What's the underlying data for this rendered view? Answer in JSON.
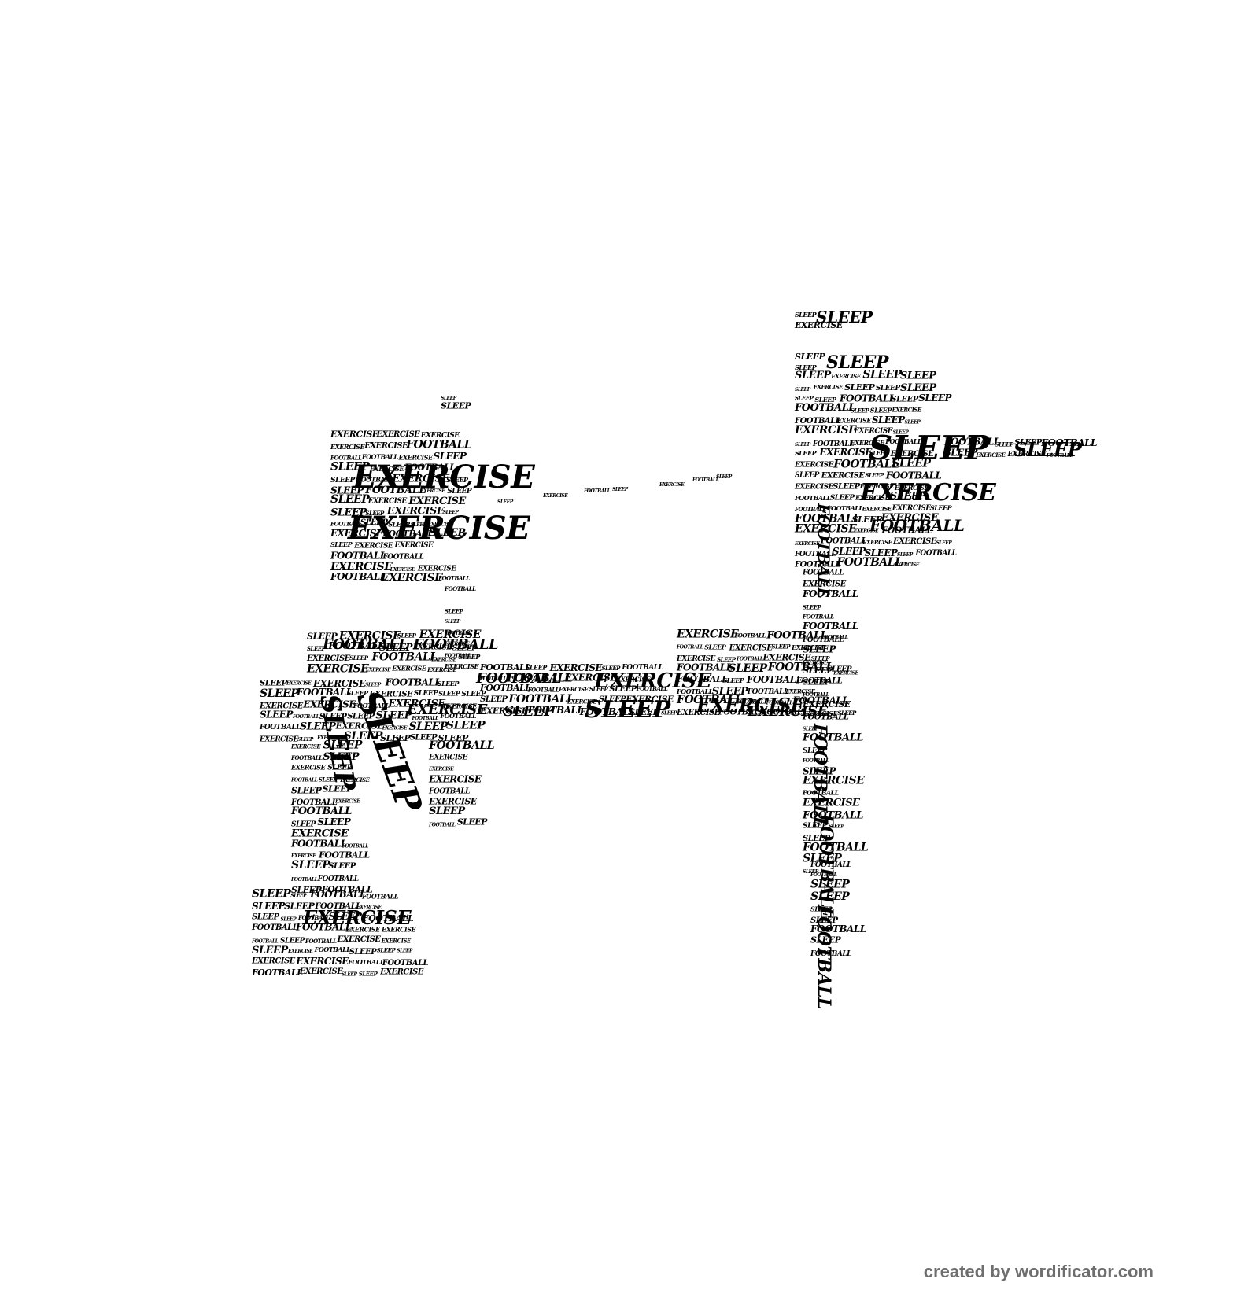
{
  "word_cloud": {
    "words": [
      "SLEEP",
      "EXERCISE",
      "FOOTBALL"
    ],
    "text_color": "#000000",
    "background_color": "#ffffff"
  },
  "footer": {
    "credit": "created by wordificator.com",
    "credit_color": "#6f6f6f"
  }
}
